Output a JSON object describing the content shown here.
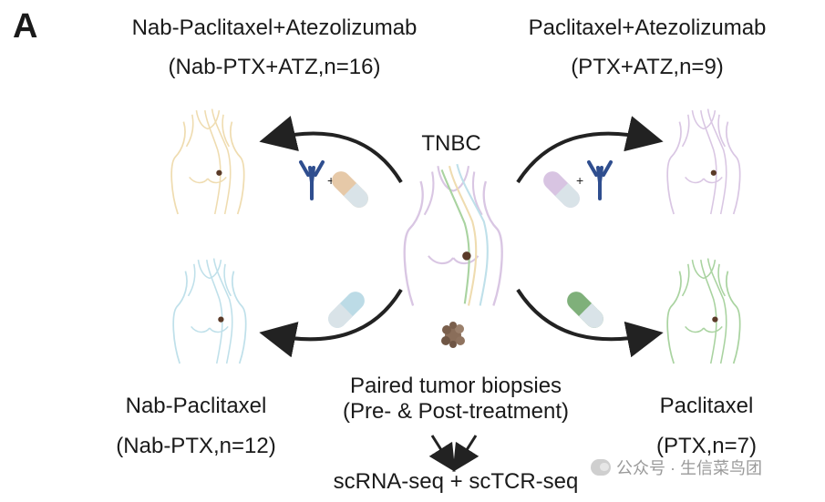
{
  "panel_letter": "A",
  "groups": {
    "top_left": {
      "title": "Nab-Paclitaxel+Atezolizumab",
      "subtitle": "(Nab-PTX+ATZ,n=16)",
      "color": "#efdcb0"
    },
    "top_right": {
      "title": "Paclitaxel+Atezolizumab",
      "subtitle": "(PTX+ATZ,n=9)",
      "color": "#d9c6e3"
    },
    "bottom_left": {
      "title": "Nab-Paclitaxel",
      "subtitle": "(Nab-PTX,n=12)",
      "color": "#bfe0ea"
    },
    "bottom_right": {
      "title": "Paclitaxel",
      "subtitle": "(PTX,n=7)",
      "color": "#a9d3a0"
    }
  },
  "center": {
    "label": "TNBC",
    "biopsy_line1": "Paired tumor biopsies",
    "biopsy_line2": "(Pre-  & Post-treatment)",
    "sequencing": "scRNA-seq + scTCR-seq"
  },
  "icons": {
    "antibody_color": "#2f4e8f",
    "nab_pill_color": "#e6c9a8",
    "ptx_pill_color": "#d8c4e2",
    "nab_only_pill_color": "#bcdbe6",
    "ptx_only_pill_color": "#7fb07a",
    "tumor_color": "#8a6e5a"
  },
  "watermark": "公众号 · 生信菜鸟团"
}
